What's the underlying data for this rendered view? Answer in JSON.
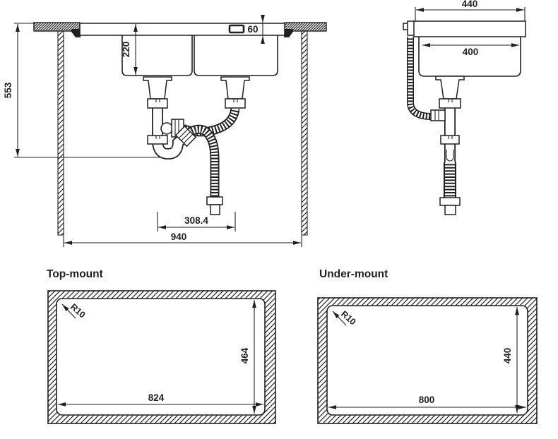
{
  "meta": {
    "background": "#ffffff",
    "line_color": "#231f20",
    "drawing_type": "sink installation dimensions"
  },
  "sections": {
    "top_mount_title": "Top-mount",
    "under_mount_title": "Under-mount"
  },
  "dims": {
    "front": {
      "height": "553",
      "bowl_depth": "220",
      "rim_height": "60",
      "drain_spacing": "308.4",
      "cabinet_width": "940"
    },
    "side": {
      "overall_width": "440",
      "bowl_width": "400"
    },
    "top_mount": {
      "corner_radius": "R10",
      "cutout_width": "824",
      "cutout_height": "464"
    },
    "under_mount": {
      "corner_radius": "R10",
      "cutout_width": "800",
      "cutout_height": "440"
    }
  }
}
